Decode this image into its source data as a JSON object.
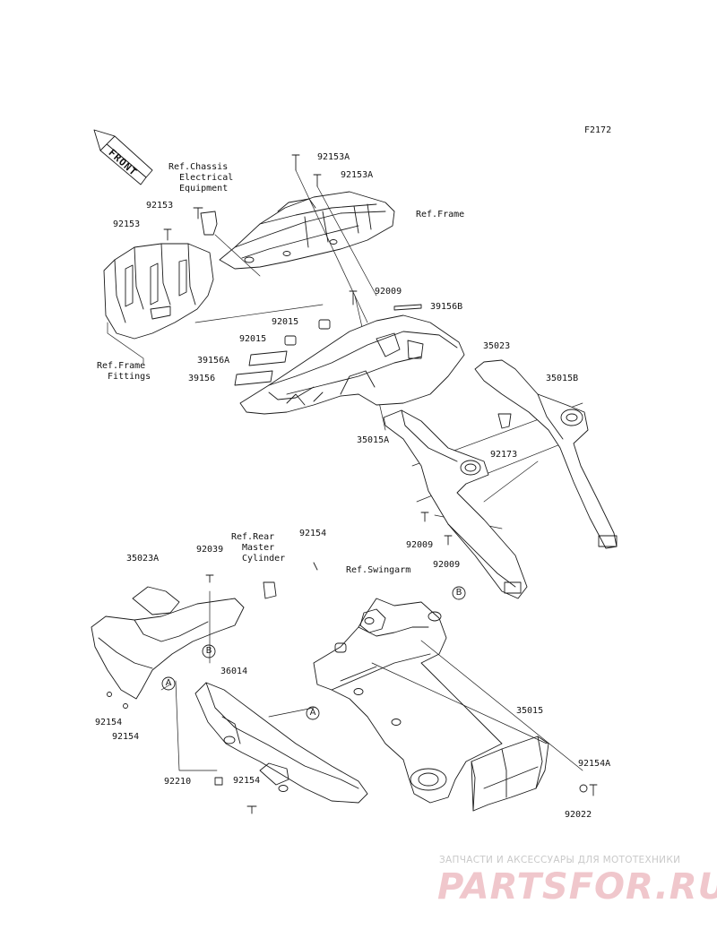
{
  "figure_code": "F2172",
  "front_label": "FRONT",
  "refs": {
    "chassis": "Ref.Chassis\n  Electrical\n  Equipment",
    "frame": "Ref.Frame",
    "frame_fittings": "Ref.Frame\n  Fittings",
    "rear_master": "Ref.Rear\n  Master\n  Cylinder",
    "swingarm": "Ref.Swingarm"
  },
  "parts": {
    "p92153A_1": "92153A",
    "p92153A_2": "92153A",
    "p92153_1": "92153",
    "p92153_2": "92153",
    "p92009_top": "92009",
    "p39156B": "39156B",
    "p92015_1": "92015",
    "p92015_2": "92015",
    "p35023": "35023",
    "p39156A": "39156A",
    "p39156": "39156",
    "p35015B": "35015B",
    "p35015A": "35015A",
    "p92173": "92173",
    "p92009_a": "92009",
    "p92009_b": "92009",
    "p35023A": "35023A",
    "p92039": "92039",
    "p92154_top": "92154",
    "p36014": "36014",
    "p92154_l1": "92154",
    "p92154_l2": "92154",
    "p92210": "92210",
    "p92154_bot": "92154",
    "p35015": "35015",
    "p92154A": "92154A",
    "p92022": "92022"
  },
  "callouts": {
    "a1": "A",
    "a2": "A",
    "b1": "B",
    "b2": "B"
  },
  "watermark": {
    "tagline": "ЗАПЧАСТИ И АКСЕССУАРЫ ДЛЯ МОТОТЕХНИКИ",
    "brand": "PARTSFOR.RU"
  }
}
